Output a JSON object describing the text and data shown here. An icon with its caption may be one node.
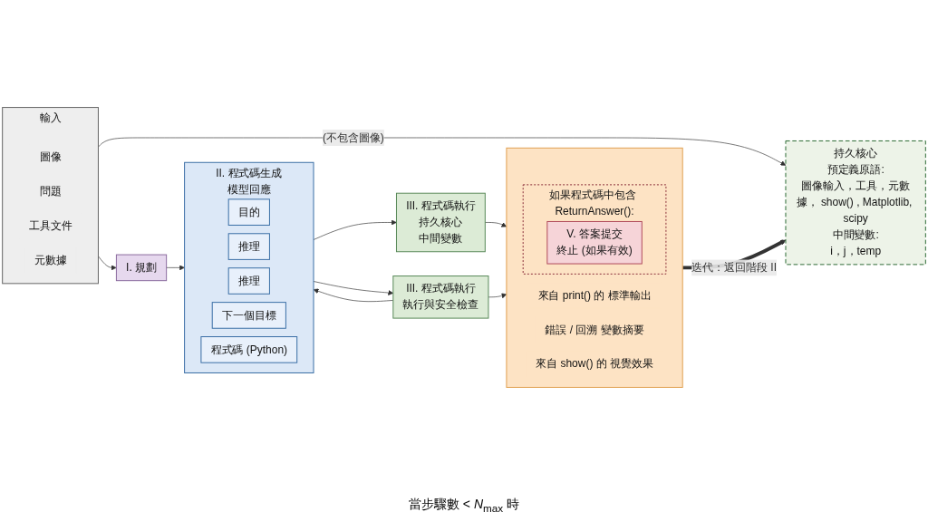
{
  "diagram": {
    "nodes": [
      {
        "text": [
          "輸入"
        ]
      },
      {
        "text": [
          "圖像"
        ],
        "in": 0
      },
      {
        "text": [
          "問題"
        ],
        "in": 0
      },
      {
        "text": [
          "工具文件"
        ],
        "in": 0
      },
      {
        "text": [
          "元數據"
        ],
        "in": 0
      },
      {
        "text": [
          "I. 規劃"
        ]
      },
      {
        "text": [
          "II. 程式碼生成",
          "模型回應"
        ]
      },
      {
        "text": [
          "目的"
        ],
        "in": 6
      },
      {
        "text": [
          "推理"
        ],
        "in": 6
      },
      {
        "text": [
          "推理"
        ],
        "in": 6
      },
      {
        "text": [
          "下一個目標"
        ],
        "in": 6
      },
      {
        "text": [
          "程式碼 (Python)"
        ],
        "in": 6
      },
      {
        "text": [
          "III. 程式碼執行",
          "持久核心",
          "中間變數"
        ]
      },
      {
        "text": [],
        "shape": "box"
      },
      {
        "text": [
          "來自 print() 的 標準輸出"
        ],
        "in": 13
      },
      {
        "text": [
          "錯誤 / 回溯 變數摘要"
        ],
        "in": 13
      },
      {
        "text": [
          "來自 show() 的 視覺效果"
        ],
        "in": 13
      },
      {
        "text": [
          "如果程式碼中包含 ReturnAnswer():"
        ],
        "in": 13
      },
      {
        "text": [
          "V. 答案提交",
          "終止 (如果有效)"
        ],
        "in": 17
      },
      {
        "text": [
          "III. 程式碼執行",
          "執行與安全檢查"
        ]
      },
      {
        "text": [
          "持久核心",
          "預定義原語:",
          "圖像輸入，工具，元數據， show() , Matplotlib, scipy",
          "中間變數:",
          "i，j，temp"
        ]
      }
    ],
    "edges": [
      {
        "from": 0,
        "to": 5,
        "arrow": "to"
      },
      {
        "from": 5,
        "to": 6,
        "arrow": "to"
      },
      {
        "from": 6,
        "to": 12,
        "arrow": "to"
      },
      {
        "from": 12,
        "to": 13,
        "arrow": "to"
      },
      {
        "from": 0,
        "to": 20,
        "arrow": "to",
        "label": "(不包含圖像)"
      },
      {
        "from": 6,
        "to": 19,
        "arrow": "to"
      },
      {
        "from": 19,
        "to": 6,
        "arrow": "to"
      },
      {
        "from": 19,
        "to": 13,
        "arrow": "to"
      },
      {
        "from": 13,
        "to": 20,
        "arrow": "to",
        "label": "迭代：返回階段 II",
        "style": "thick"
      }
    ],
    "labels": [
      "當步驟數 < *N*$_{max}$ 時"
    ]
  }
}
